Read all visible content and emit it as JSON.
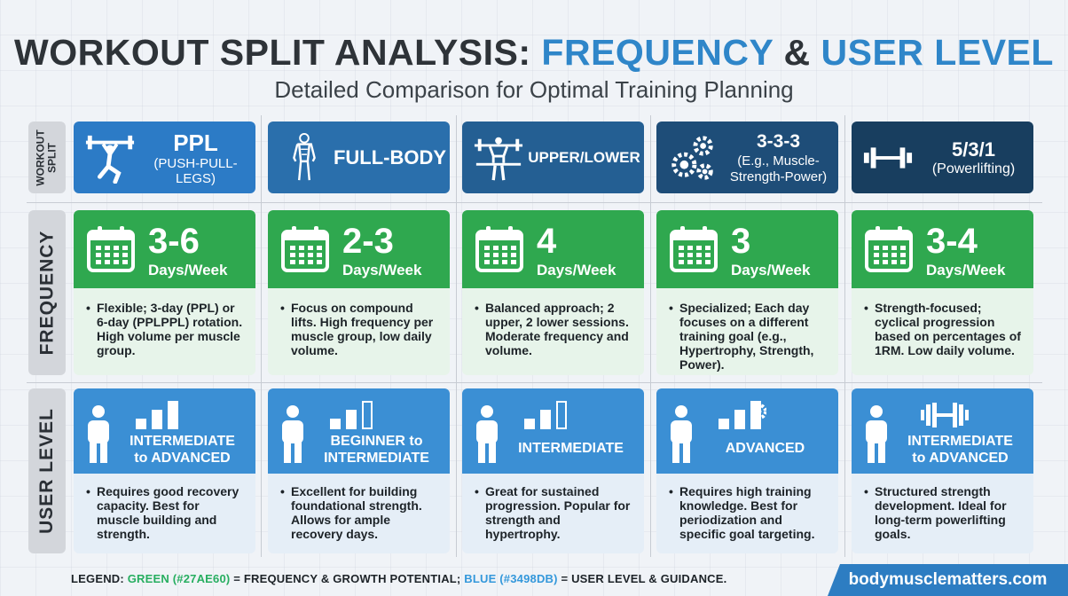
{
  "header": {
    "title_main": "WORKOUT SPLIT ANALYSIS: ",
    "title_accent": "FREQUENCY",
    "title_amp": " & ",
    "title_accent2": "USER LEVEL",
    "subtitle": "Detailed Comparison for Optimal Training Planning"
  },
  "row_labels": {
    "split": "WORKOUT SPLIT",
    "split_line1": "WORKOUT",
    "split_line2": "SPLIT",
    "frequency": "FREQUENCY",
    "user_level": "USER LEVEL"
  },
  "colors": {
    "green": "#2fa84f",
    "blue": "#3b8fd4",
    "split_blues": [
      "#2c7bc6",
      "#2a6fac",
      "#245f93",
      "#1e4d78",
      "#183e5f"
    ]
  },
  "columns": [
    {
      "split": {
        "line1": "PPL",
        "line2": "(PUSH-PULL-LEGS)",
        "icon": "runner-barbell-icon"
      },
      "frequency": {
        "value": "3-6",
        "unit": "Days/Week",
        "desc": "Flexible; 3-day (PPL) or 6-day (PPLPPL) rotation. High volume per muscle group."
      },
      "level": {
        "line1": "INTERMEDIATE",
        "line2": "to ADVANCED",
        "bars_filled": 3,
        "desc": "Requires good recovery capacity. Best for muscle building and strength."
      }
    },
    {
      "split": {
        "line1": "FULL-BODY",
        "line2": "",
        "icon": "full-body-icon"
      },
      "frequency": {
        "value": "2-3",
        "unit": "Days/Week",
        "desc": "Focus on compound lifts. High frequency per muscle group, low daily volume."
      },
      "level": {
        "line1": "BEGINNER to",
        "line2": "INTERMEDIATE",
        "bars_filled": 2,
        "desc": "Excellent for building foundational strength. Allows for ample recovery days."
      }
    },
    {
      "split": {
        "line1": "UPPER/LOWER",
        "line2": "",
        "icon": "upper-lower-icon"
      },
      "frequency": {
        "value": "4",
        "unit": "Days/Week",
        "desc": "Balanced approach; 2 upper, 2 lower sessions. Moderate frequency and volume."
      },
      "level": {
        "line1": "INTERMEDIATE",
        "line2": "",
        "bars_filled": 2,
        "desc": "Great for sustained progression. Popular for strength and hypertrophy."
      }
    },
    {
      "split": {
        "line1": "3-3-3",
        "line2": "(E.g., Muscle-Strength-Power)",
        "icon": "gears-icon"
      },
      "frequency": {
        "value": "3",
        "unit": "Days/Week",
        "desc": "Specialized; Each day focuses on a different training goal (e.g., Hypertrophy, Strength, Power)."
      },
      "level": {
        "line1": "ADVANCED",
        "line2": "",
        "bars_filled": 3,
        "desc": "Requires high training knowledge. Best for periodization and specific goal targeting."
      }
    },
    {
      "split": {
        "line1": "5/3/1",
        "line2": "(Powerlifting)",
        "icon": "dumbbell-icon"
      },
      "frequency": {
        "value": "3-4",
        "unit": "Days/Week",
        "desc": "Strength-focused; cyclical progression based on percentages of 1RM. Low daily volume."
      },
      "level": {
        "line1": "INTERMEDIATE",
        "line2": "to ADVANCED",
        "bars_filled": 0,
        "desc": "Structured strength development. Ideal for long-term powerlifting goals."
      }
    }
  ],
  "legend": {
    "prefix": "LEGEND: ",
    "green_label": "GREEN (#27AE60)",
    "green_meaning": " = FREQUENCY & GROWTH POTENTIAL; ",
    "blue_label": "BLUE (#3498DB)",
    "blue_meaning": " = USER LEVEL & GUIDANCE."
  },
  "site": "bodymusclematters.com"
}
